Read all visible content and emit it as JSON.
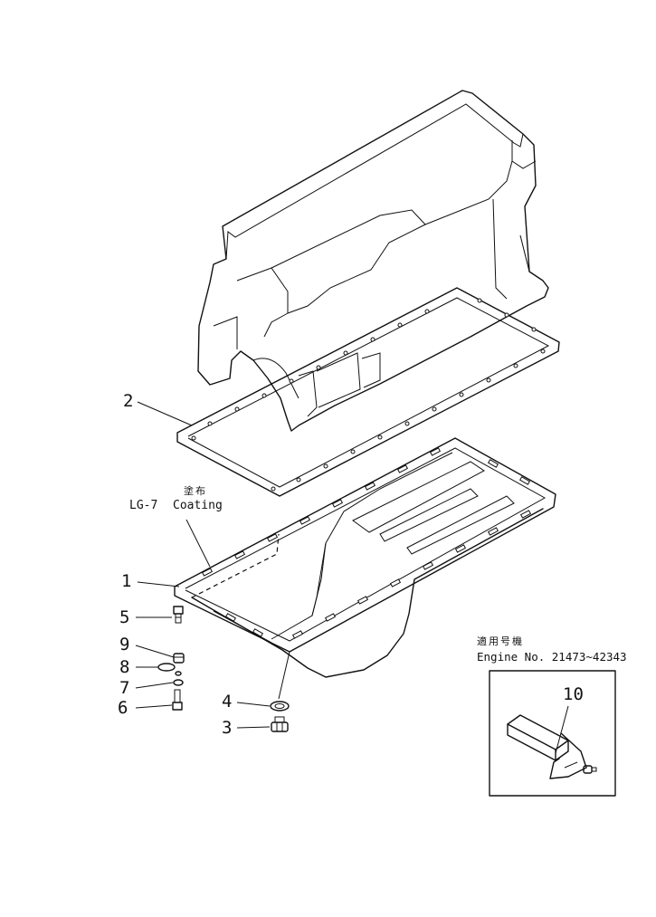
{
  "labels": {
    "c1": "1",
    "c2": "2",
    "c3": "3",
    "c4": "4",
    "c5": "5",
    "c6": "6",
    "c7": "7",
    "c8": "8",
    "c9": "9",
    "c10": "10"
  },
  "coating": {
    "jp": "塗布",
    "code": "LG-7",
    "text": "Coating"
  },
  "applicable": {
    "jp": "適用号機",
    "text": "Engine  No.  21473~42343"
  }
}
